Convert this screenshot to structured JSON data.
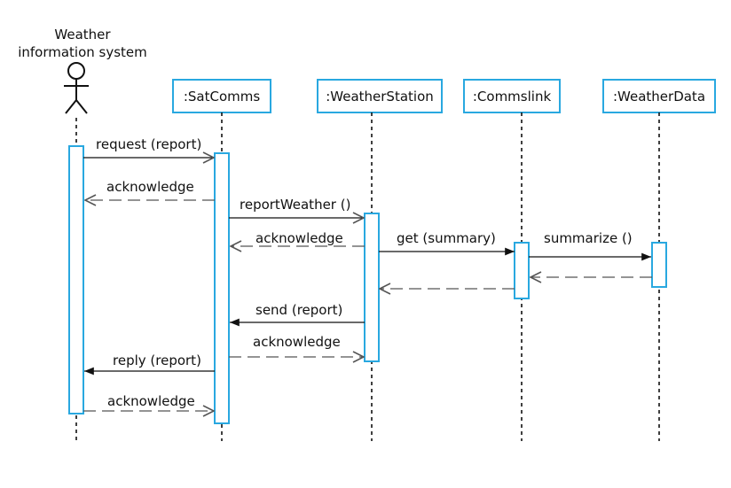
{
  "colors": {
    "accent": "#29a8e0",
    "line": "#111111",
    "dashed": "#555555"
  },
  "actor": {
    "label_line1": "Weather",
    "label_line2": "information system"
  },
  "objects": [
    {
      "id": "satcomms",
      "label": ":SatComms"
    },
    {
      "id": "weatherstation",
      "label": ":WeatherStation"
    },
    {
      "id": "commslink",
      "label": ":Commslink"
    },
    {
      "id": "weatherdata",
      "label": ":WeatherData"
    }
  ],
  "messages": [
    {
      "label": "request (report)",
      "type": "sync"
    },
    {
      "label": "acknowledge",
      "type": "return"
    },
    {
      "label": "reportWeather ()",
      "type": "sync"
    },
    {
      "label": "acknowledge",
      "type": "return"
    },
    {
      "label": "get (summary)",
      "type": "sync"
    },
    {
      "label": "summarize ()",
      "type": "sync"
    },
    {
      "label": "",
      "type": "return"
    },
    {
      "label": "",
      "type": "return"
    },
    {
      "label": "send (report)",
      "type": "sync"
    },
    {
      "label": "acknowledge",
      "type": "return"
    },
    {
      "label": "reply (report)",
      "type": "sync"
    },
    {
      "label": "acknowledge",
      "type": "return"
    }
  ]
}
